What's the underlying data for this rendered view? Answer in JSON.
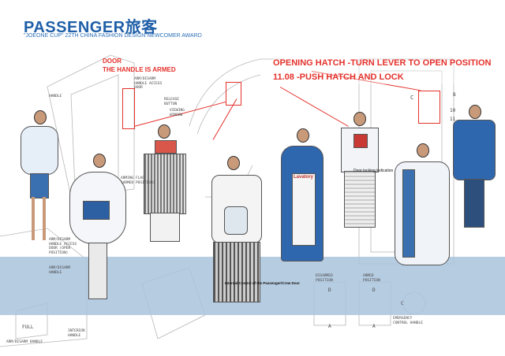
{
  "header": {
    "title": "PASSENGER旅客",
    "subtitle": "\"JOEONE CUP\" 22TH CHINA FASHION DESIGN NEWCOMER AWARD"
  },
  "callouts": {
    "door": "DOOR",
    "handle_armed": "THE HANDLE IS ARMED",
    "opening_hatch": "OPENING HATCH -TURN LEVER TO OPEN POSITION",
    "push_hatch": "11.08 -PUSH HATCH AND LOCK",
    "door_locking": "Door locking indication",
    "internal_controls": "Internal Control of the Passenger/Crew Door",
    "lavatory": "Lavatory"
  },
  "sketch_labels": {
    "arm_disarm_handle": "ARM/DISARM\nHANDLE ACCESS\nDOOR",
    "release_button": "RELEASE\nBUTTON",
    "handle": "HANDLE",
    "viewing_window": "VIEWING\nWINDOW",
    "arming_flag": "ARMING FLAG\n(ARMED POSITION)",
    "arm_disarm_handle_access": "ARM/DISARM\nHANDLE ACCESS\nDOOR (OPEN\nPOSITION)",
    "arm_disarm_handle2": "ARM/DISARM\nHANDLE",
    "interior_handle": "INTERIOR\nHANDLE",
    "arm_disarm_handle_bottom": "ARM/DISARM HANDLE",
    "full": "FULL",
    "disarmed_position": "DISARMED\nPOSITION",
    "armed_position": "ARMED\nPOSITION",
    "emergency_control_handle": "EMERGENCY\nCONTROL HANDLE",
    "label_d1": "D",
    "label_a1": "A",
    "label_d2": "D",
    "label_a2": "A",
    "label_c": "C",
    "label_b": "B",
    "num_10": "10",
    "num_11": "11"
  },
  "colors": {
    "brand_blue": "#1f5fa8",
    "accent_red": "#e4312b",
    "band_blue": "#a9c3dc"
  }
}
